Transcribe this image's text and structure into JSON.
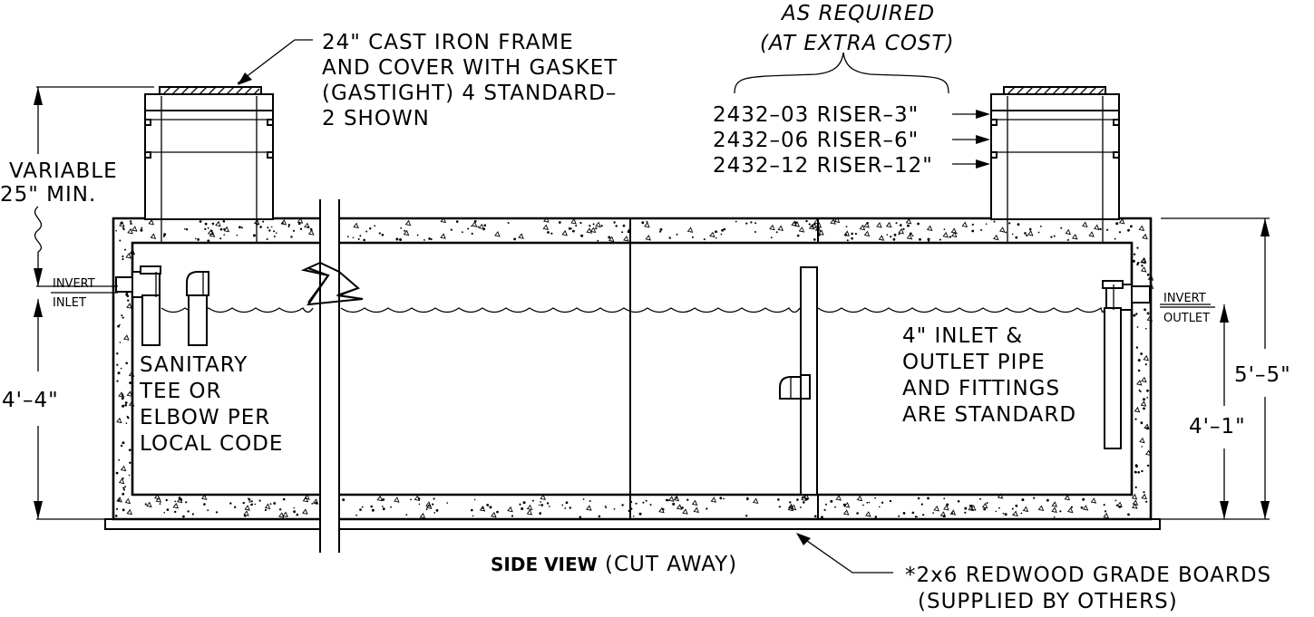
{
  "labels": {
    "cover_line1": "24\" CAST IRON FRAME",
    "cover_line2": "AND COVER WITH GASKET",
    "cover_line3": "(GASTIGHT) 4 STANDARD–",
    "cover_line4": "2 SHOWN",
    "as_required": "AS REQUIRED",
    "at_extra_cost": "(AT EXTRA COST)",
    "riser_3": "2432–03 RISER–3\"",
    "riser_6": "2432–06 RISER–6\"",
    "riser_12": "2432–12 RISER–12\"",
    "variable": "VARIABLE",
    "min_25": "25\" MIN.",
    "invert": "INVERT",
    "inlet": "INLET",
    "outlet": "OUTLET",
    "dim_4_4": "4'–4\"",
    "dim_5_5": "5'–5\"",
    "dim_4_1": "4'–1\"",
    "sanitary_1": "SANITARY",
    "sanitary_2": "TEE OR",
    "sanitary_3": "ELBOW PER",
    "sanitary_4": "LOCAL CODE",
    "pipe_1": "4\" INLET &",
    "pipe_2": "OUTLET PIPE",
    "pipe_3": "AND FITTINGS",
    "pipe_4": "ARE STANDARD",
    "side_view": "SIDE VIEW",
    "cut_away": "(CUT AWAY)",
    "boards_1": "*2x6 REDWOOD GRADE BOARDS",
    "boards_2": "(SUPPLIED BY OTHERS)"
  }
}
